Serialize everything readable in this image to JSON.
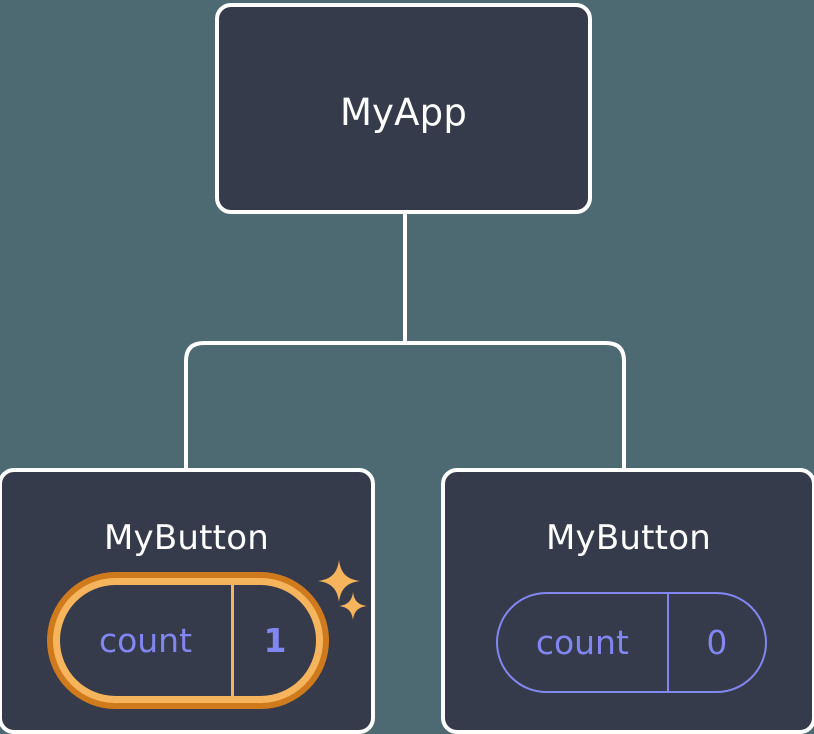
{
  "diagram": {
    "title": "React component tree with state",
    "background_color": "#4d6a73",
    "node_fill_color": "#353b4a",
    "node_border_color": "#ffffff",
    "connector_color": "#ffffff",
    "state_color": "#8186f0",
    "highlight_outer_color": "#cf7a1c",
    "highlight_inner_color": "#f6b45c",
    "sparkle_color": "#f6b45c"
  },
  "root": {
    "label": "MyApp"
  },
  "children": [
    {
      "label": "MyButton",
      "state": {
        "key": "count",
        "value": "1",
        "highlighted": true,
        "sparkles": 2
      }
    },
    {
      "label": "MyButton",
      "state": {
        "key": "count",
        "value": "0",
        "highlighted": false,
        "sparkles": 0
      }
    }
  ]
}
